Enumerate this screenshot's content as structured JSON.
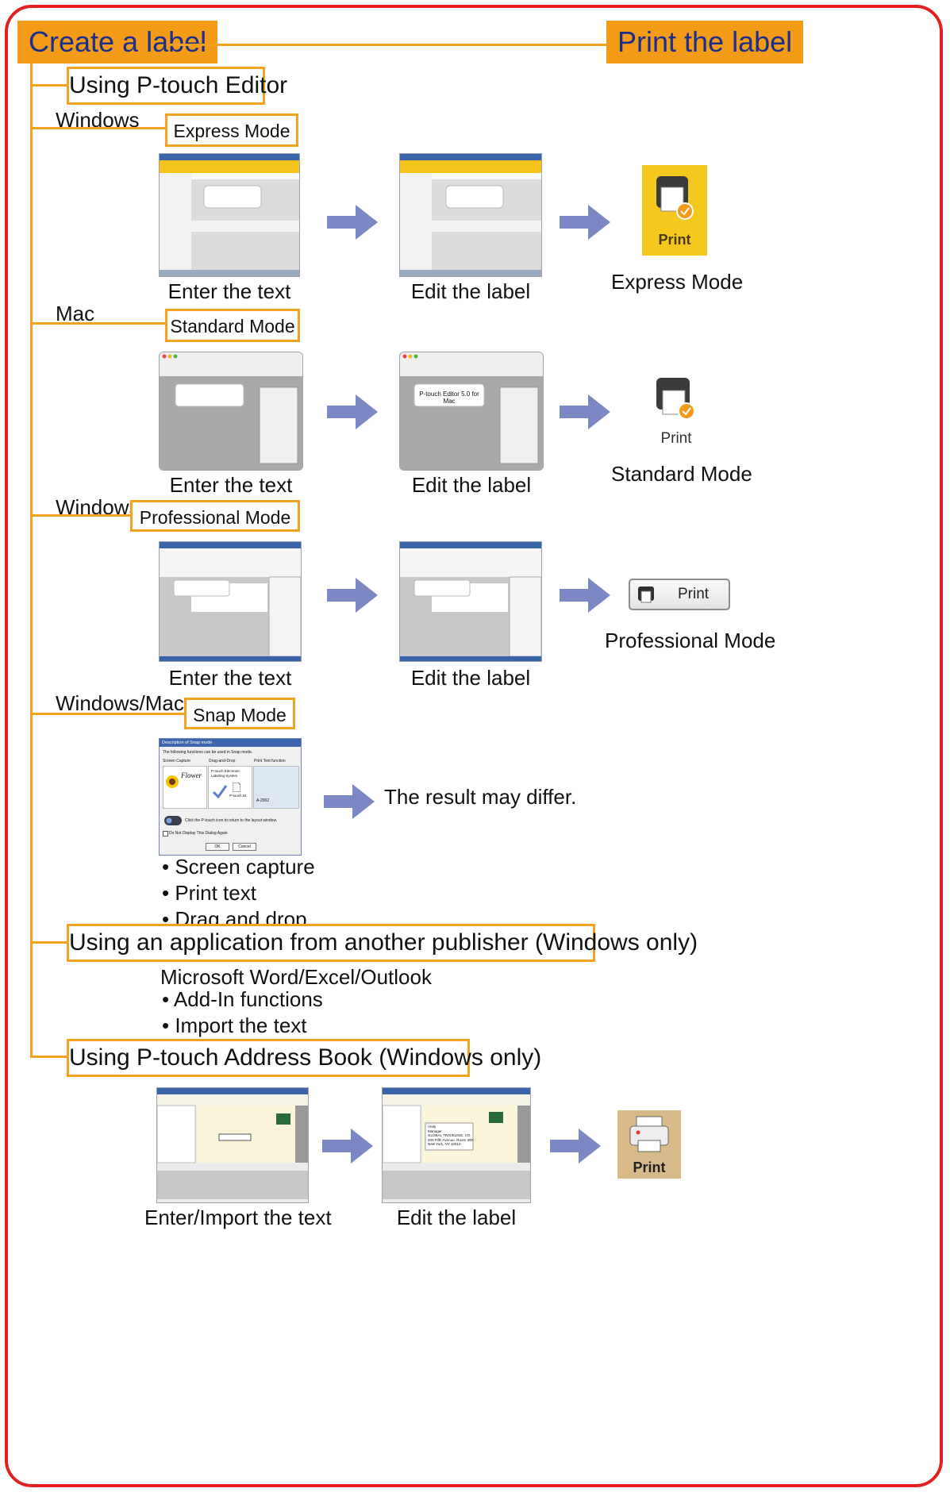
{
  "header": {
    "create": "Create a label",
    "print": "Print the label"
  },
  "editor": {
    "title": "Using P-touch Editor",
    "sections": [
      {
        "os": "Windows",
        "mode": "Express Mode",
        "step1": "Enter the text",
        "step2": "Edit the label",
        "result": "Express Mode",
        "print_label": "Print"
      },
      {
        "os": "Mac",
        "mode": "Standard Mode",
        "step1": "Enter the text",
        "step2": "Edit the label",
        "result": "Standard Mode",
        "print_label": "Print",
        "label_text": "P-touch Editor 5.0 for Mac"
      },
      {
        "os": "Windows",
        "mode": "Professional Mode",
        "step1": "Enter the text",
        "step2": "Edit the label",
        "result": "Professional Mode",
        "print_label": "Print"
      },
      {
        "os": "Windows/Mac",
        "mode": "Snap Mode",
        "result": "The result may differ.",
        "bullets": [
          "Screen capture",
          "Print text",
          "Drag and drop"
        ]
      }
    ]
  },
  "snap_dialog": {
    "title": "Description of Snap mode",
    "intro": "The following functions can be used in Snap mode.",
    "columns": [
      "Screen Capture",
      "Drag-and-Drop",
      "Print Text function"
    ],
    "flower": "Flower",
    "drag_text": "P-touch Electronic Labeling System",
    "file_name": "P-touch.txt",
    "sample": "A-2002",
    "hint": "Click the P-touch icon to return to the layout window.",
    "checkbox": "Do Not Display This Dialog Again",
    "ok": "OK",
    "cancel": "Cancel"
  },
  "other_app": {
    "title": "Using an application from another publisher (Windows only)",
    "apps": "Microsoft Word/Excel/Outlook",
    "bullets": [
      "Add-In functions",
      "Import the text"
    ]
  },
  "address_book": {
    "title": "Using P-touch Address Book (Windows only)",
    "step1": "Enter/Import the text",
    "step2": "Edit the label",
    "print_label": "Print",
    "card_lines": [
      "Andy",
      "Manager",
      "GLOBAL TRAVELING, CO.",
      "200 Fifth Avenue, Room 300",
      "New York, NY 10010"
    ]
  },
  "colors": {
    "frame": "#e41f1f",
    "orange": "#f39a17",
    "header_text": "#1a2f8c",
    "arrow": "#7b88c4"
  }
}
